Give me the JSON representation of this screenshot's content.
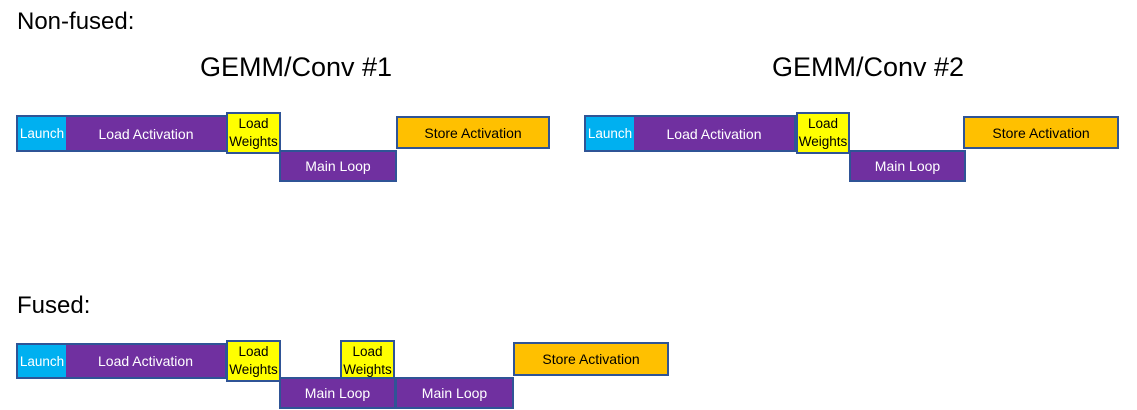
{
  "labels": {
    "non_fused": "Non-fused:",
    "fused": "Fused:",
    "gemm1": "GEMM/Conv #1",
    "gemm2": "GEMM/Conv #2",
    "launch": "Launch",
    "load_activation": "Load Activation",
    "load_weights": "Load Weights",
    "main_loop": "Main Loop",
    "store_activation": "Store Activation"
  },
  "colors": {
    "background": "#FFFFFF",
    "launch_fill": "#00B0F0",
    "purple_fill": "#7030A0",
    "weights_fill": "#FFFF00",
    "store_fill": "#FFC000",
    "outline": "#2F5496",
    "light_text": "#FFFFFF",
    "dark_text": "#000000"
  },
  "timelines": {
    "non_fused": {
      "section_label": "Non-fused:",
      "kernels": [
        {
          "title": "GEMM/Conv #1",
          "segments": [
            "Launch",
            "Load Activation",
            "Load Weights",
            "Main Loop",
            "Store Activation"
          ]
        },
        {
          "title": "GEMM/Conv #2",
          "segments": [
            "Launch",
            "Load Activation",
            "Load Weights",
            "Main Loop",
            "Store Activation"
          ]
        }
      ]
    },
    "fused": {
      "section_label": "Fused:",
      "kernels": [
        {
          "title": "",
          "segments": [
            "Launch",
            "Load Activation",
            "Load Weights",
            "Main Loop",
            "Load Weights",
            "Main Loop",
            "Store Activation"
          ]
        }
      ]
    }
  }
}
